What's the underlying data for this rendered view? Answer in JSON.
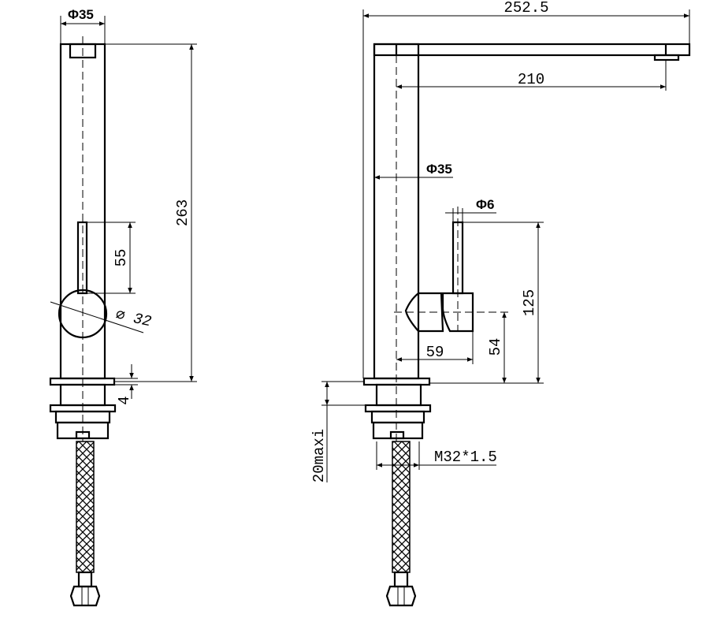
{
  "front_view": {
    "dimensions": {
      "body_diameter": "Φ35",
      "height": "263",
      "lever_length": "55",
      "handle_diameter": "∅ 32",
      "base_plate": "4"
    }
  },
  "side_view": {
    "dimensions": {
      "total_reach": "252.5",
      "spout_reach": "210",
      "body_diameter": "Φ35",
      "lever_diameter": "Φ6",
      "lever_height": "125",
      "handle_height": "54",
      "handle_depth": "59",
      "max_thickness": "20maxi",
      "thread": "M32*1.5"
    }
  },
  "colors": {
    "line": "#000000",
    "background": "#ffffff"
  }
}
